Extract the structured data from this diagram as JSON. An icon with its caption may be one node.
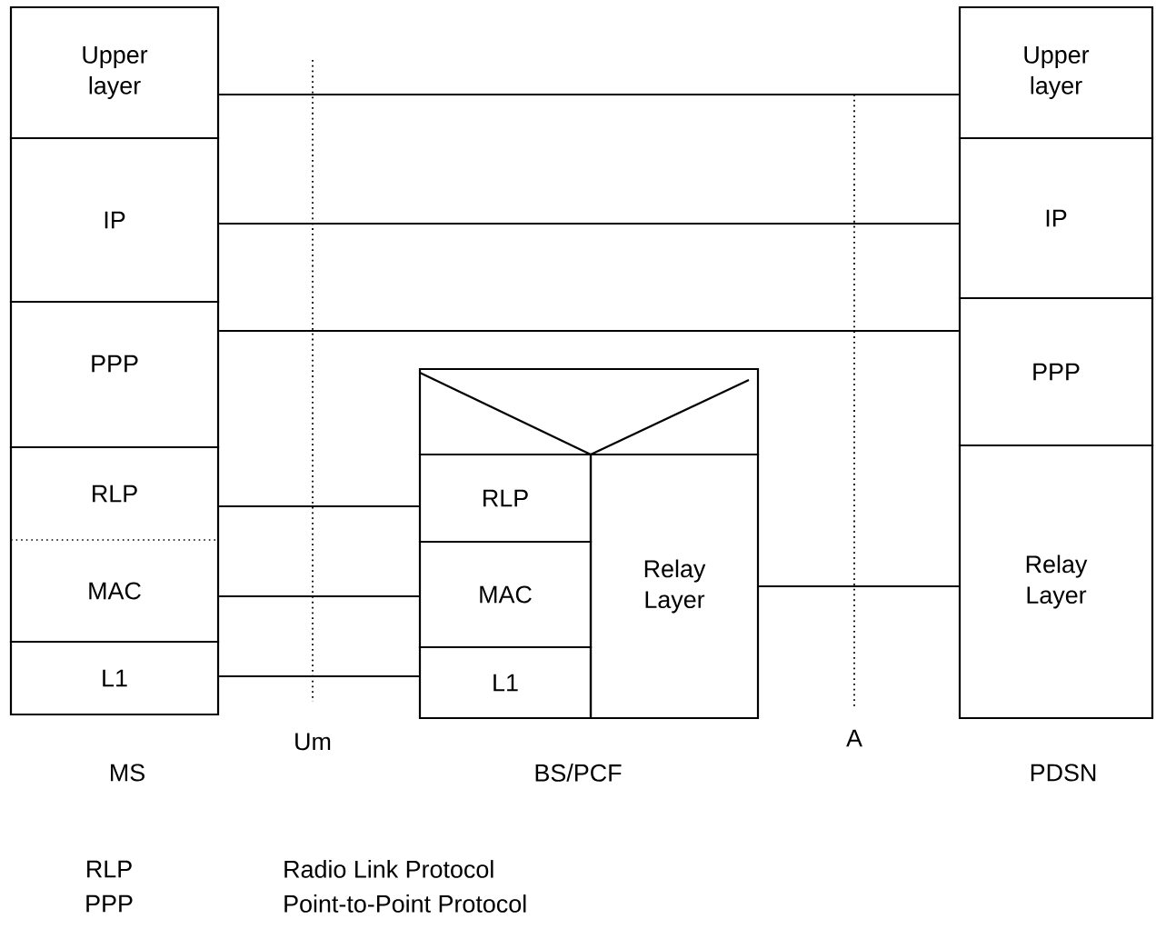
{
  "diagram": {
    "nodes": [
      {
        "text": [
          "Upper layer"
        ]
      },
      {
        "text": [
          "IP"
        ]
      },
      {
        "text": [
          "PPP"
        ]
      },
      {
        "text": [
          "RLP"
        ]
      },
      {
        "text": [
          "MAC"
        ]
      },
      {
        "text": [
          "L1"
        ]
      },
      {
        "text": [
          "RLP"
        ]
      },
      {
        "text": [
          "MAC"
        ]
      },
      {
        "text": [
          "L1"
        ]
      },
      {
        "text": [
          "Relay Layer"
        ]
      },
      {
        "text": [
          "Upper layer"
        ]
      },
      {
        "text": [
          "IP"
        ]
      },
      {
        "text": [
          "PPP"
        ]
      },
      {
        "text": [
          "Relay Layer"
        ]
      }
    ],
    "edges": [
      {
        "from": 0,
        "to": 10,
        "arrow": "none"
      },
      {
        "from": 1,
        "to": 11,
        "arrow": "none"
      },
      {
        "from": 2,
        "to": 12,
        "arrow": "none"
      },
      {
        "from": 3,
        "to": 6,
        "arrow": "none"
      },
      {
        "from": 4,
        "to": 7,
        "arrow": "none"
      },
      {
        "from": 5,
        "to": 8,
        "arrow": "none"
      },
      {
        "from": 9,
        "to": 13,
        "arrow": "none"
      }
    ],
    "labels": [
      "Um",
      "A",
      "MS",
      "BS/PCF",
      "PDSN",
      "RLP",
      "Radio Link Protocol",
      "PPP",
      "Point-to-Point Protocol"
    ]
  }
}
